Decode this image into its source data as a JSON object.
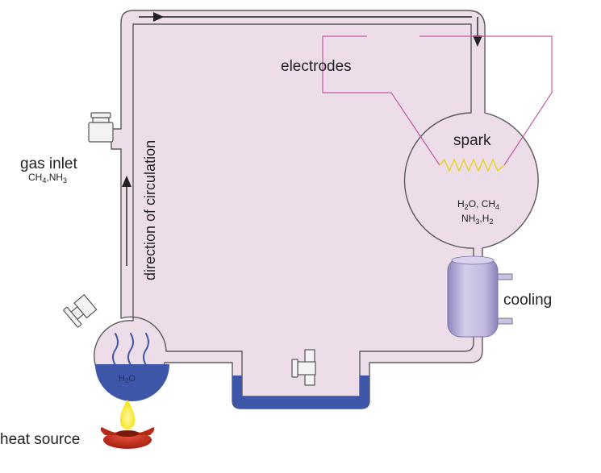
{
  "labels": {
    "electrodes": "electrodes",
    "spark": "spark",
    "spark_mix_line1_a": "H",
    "spark_mix_line1_sub1": "2",
    "spark_mix_line1_b": "O, CH",
    "spark_mix_line1_sub2": "4",
    "spark_mix_line2_a": "NH",
    "spark_mix_line2_sub1": "3",
    "spark_mix_line2_b": ",H",
    "spark_mix_line2_sub2": "2",
    "cooling": "cooling",
    "gas_inlet": "gas inlet",
    "gas_inlet_a": "CH",
    "gas_inlet_sub1": "4",
    "gas_inlet_b": ",NH",
    "gas_inlet_sub2": "3",
    "direction": "direction of circulation",
    "water_a": "H",
    "water_sub": "2",
    "water_b": "O",
    "heat_source": "heat source"
  },
  "colors": {
    "tube_fill": "#ecdde8",
    "tube_stroke": "#5a5a5a",
    "water": "#3d56a8",
    "electrode_wire": "#c45aa4",
    "spark_zigzag": "#e8d21a",
    "cooling_jacket": "#b9b2d8",
    "flame": "#f6e500",
    "burner": "#c8321e"
  },
  "icons": [
    "arrow-icon",
    "valve-icon",
    "flame-icon",
    "burner-icon"
  ]
}
